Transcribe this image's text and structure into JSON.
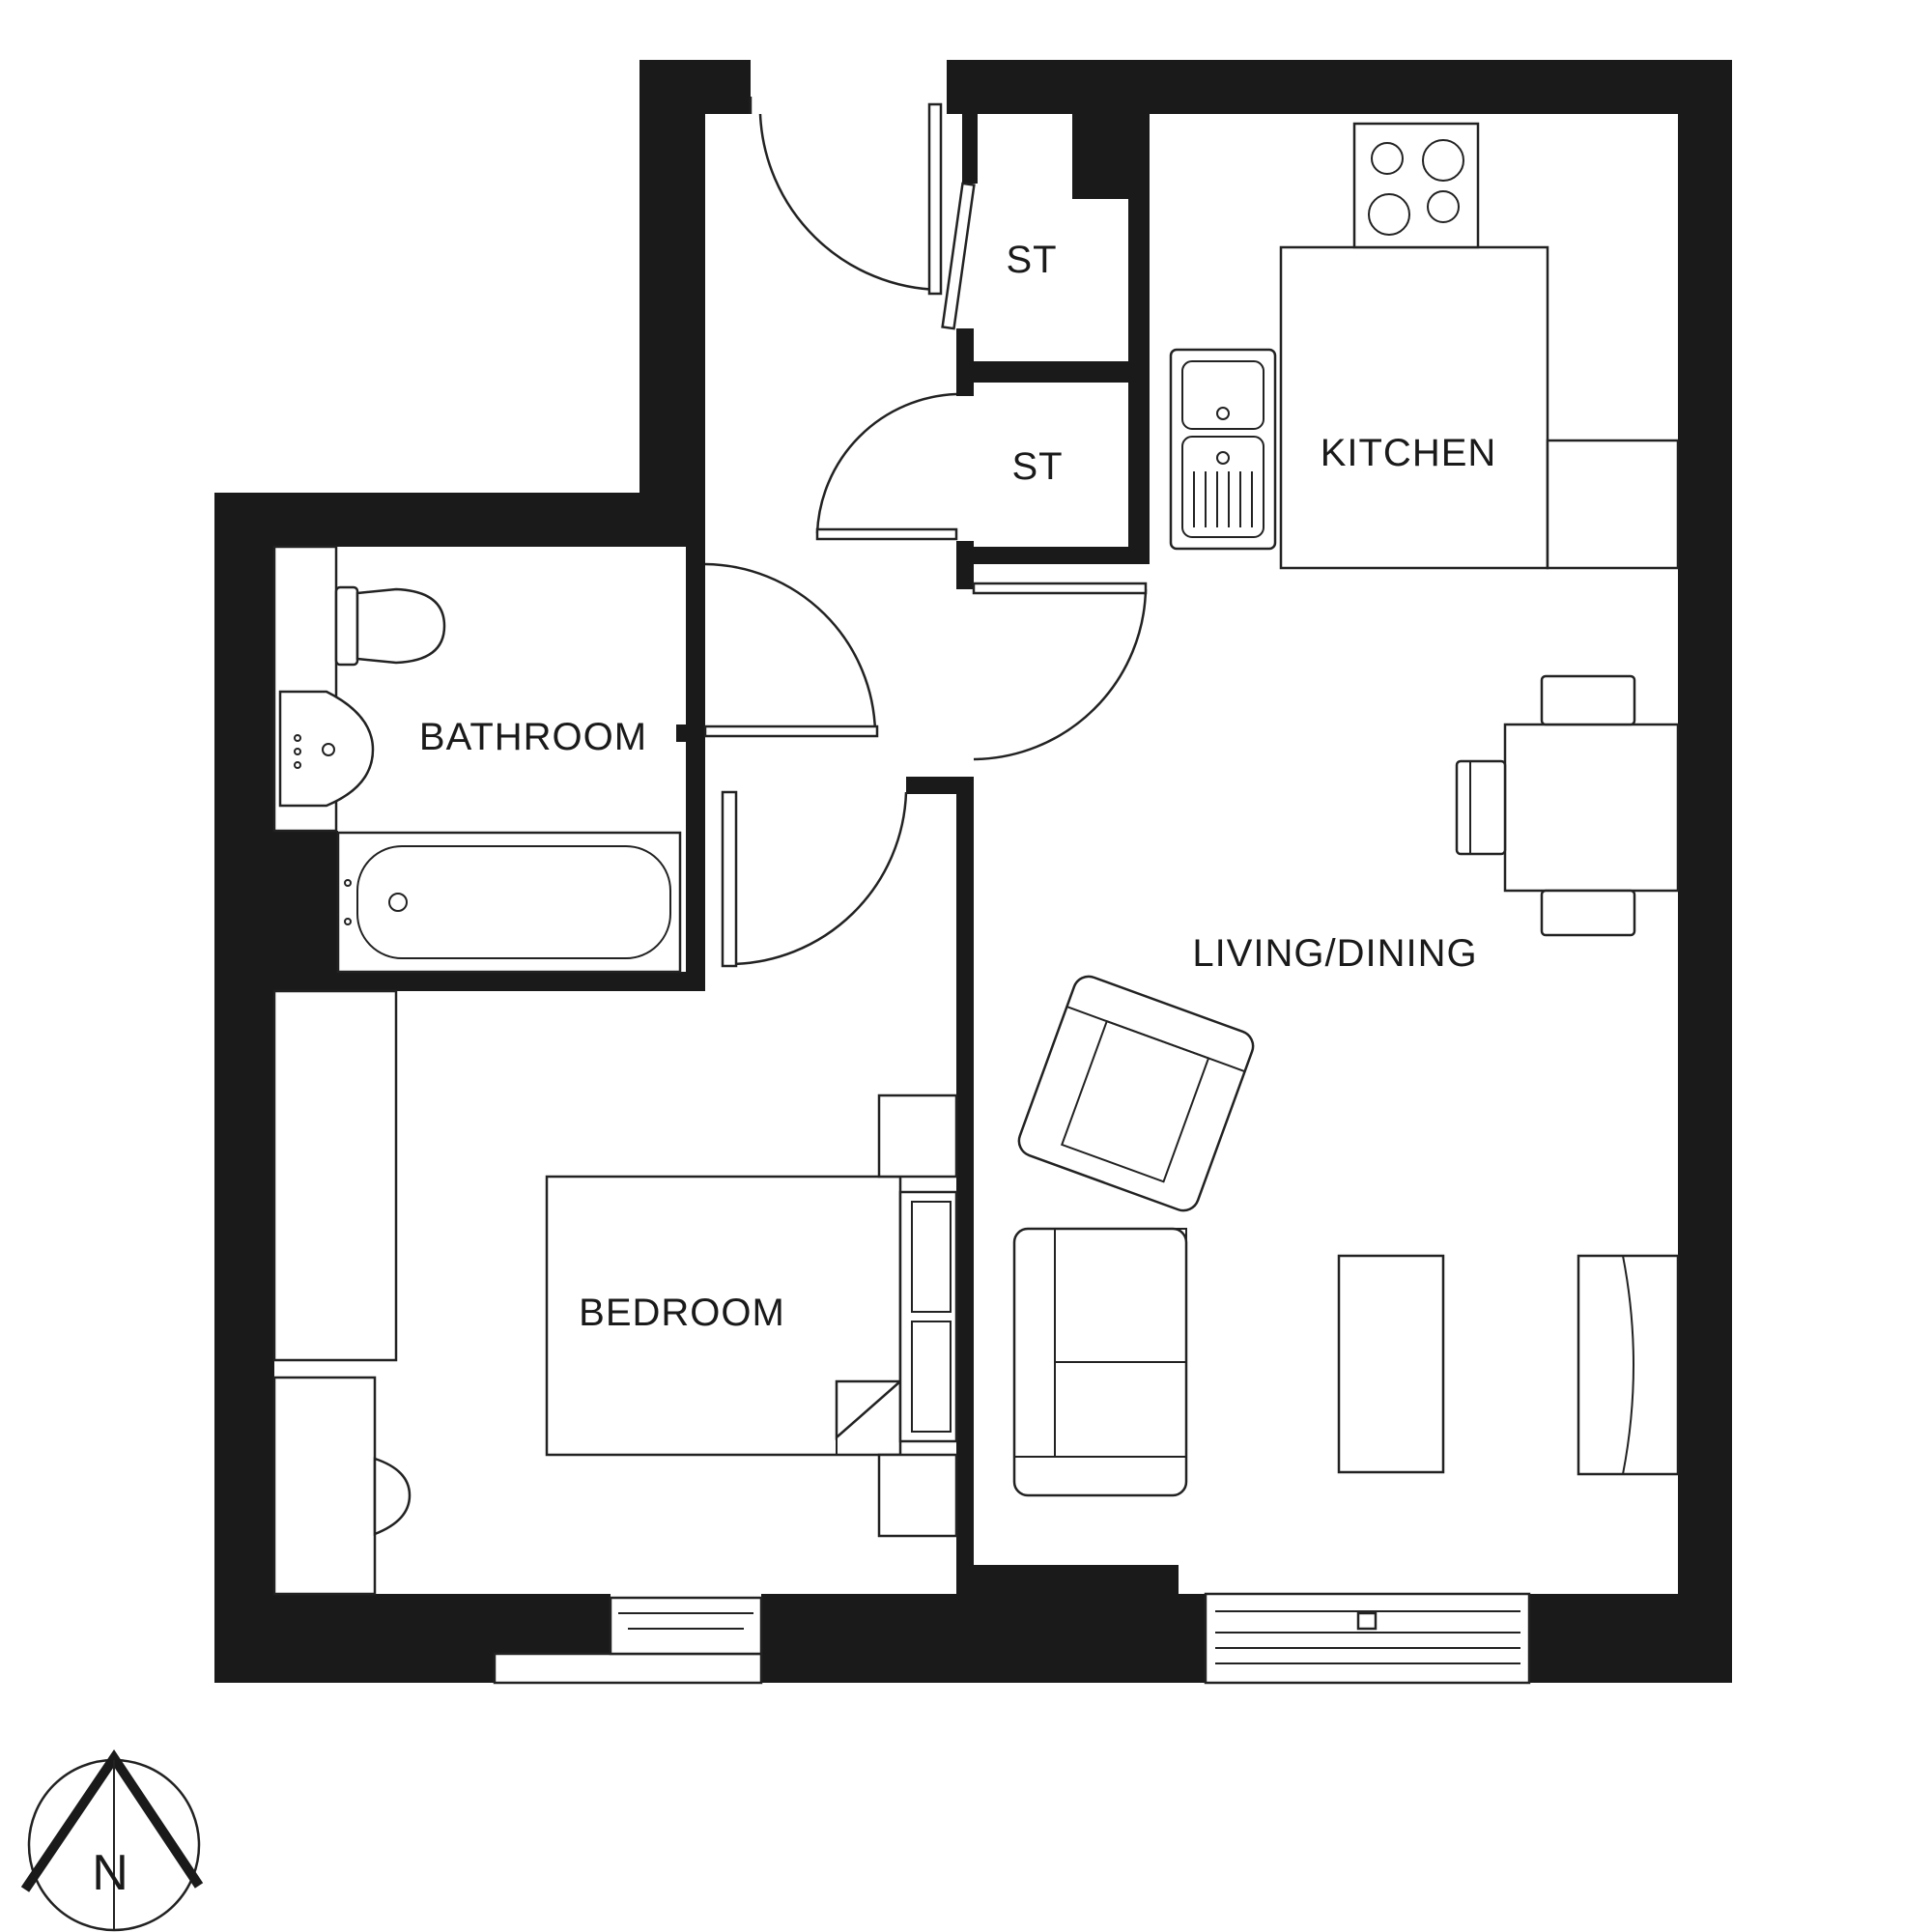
{
  "rooms": {
    "storage_upper": "ST",
    "storage_lower": "ST",
    "kitchen": "KITCHEN",
    "bathroom": "BATHROOM",
    "living_dining": "LIVING/DINING",
    "bedroom": "BEDROOM"
  },
  "compass": {
    "label": "N",
    "icon": "north-arrow-icon"
  },
  "colors": {
    "wall": "#1a1a1a",
    "line": "#222222",
    "background": "#ffffff"
  }
}
